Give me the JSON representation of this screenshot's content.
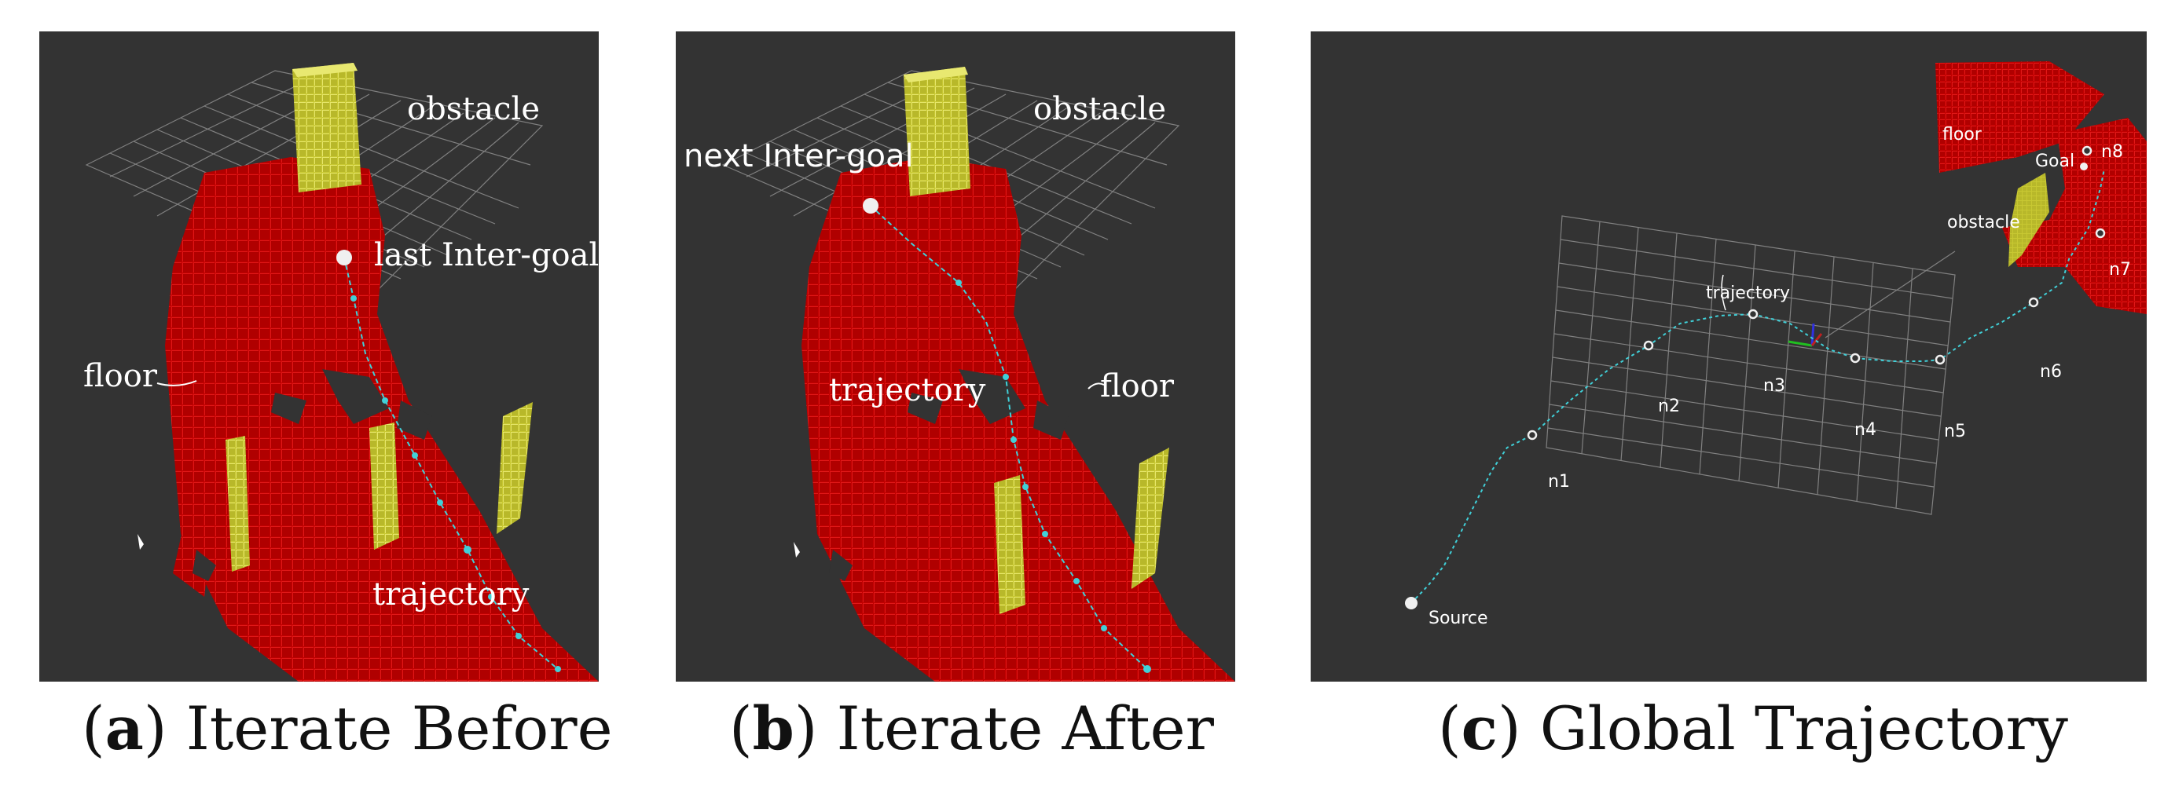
{
  "panels": [
    {
      "id": "a",
      "caption_label": "a",
      "caption_text": "Iterate Before",
      "labels": {
        "obstacle": "obstacle",
        "intergoal": "last Inter-goal",
        "floor": "floor",
        "trajectory": "trajectory"
      }
    },
    {
      "id": "b",
      "caption_label": "b",
      "caption_text": "Iterate After",
      "labels": {
        "obstacle": "obstacle",
        "intergoal": "next Inter-goal",
        "floor": "floor",
        "trajectory": "trajectory"
      }
    },
    {
      "id": "c",
      "caption_label": "c",
      "caption_text": "Global Trajectory",
      "labels": {
        "floor": "floor",
        "goal": "Goal",
        "obstacle": "obstacle",
        "trajectory": "trajectory",
        "source": "Source",
        "nodes": [
          "n1",
          "n2",
          "n3",
          "n4",
          "n5",
          "n6",
          "n7",
          "n8"
        ]
      }
    }
  ],
  "colors": {
    "background": "#333333",
    "floor": "#c00000",
    "obstacle": "#c8c832",
    "trajectory": "#40d0d8",
    "grid": "#9a9a9a"
  }
}
